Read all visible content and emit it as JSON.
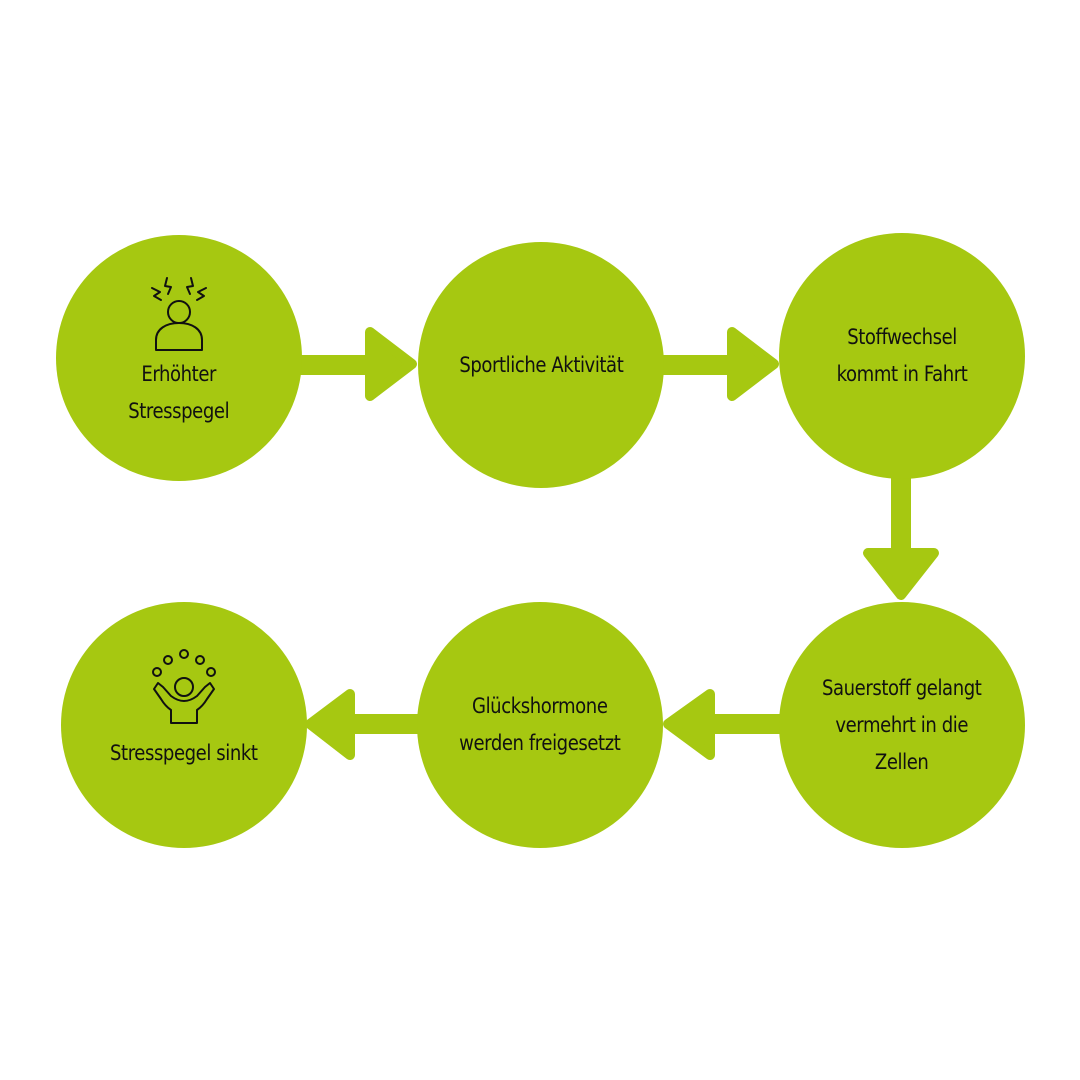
{
  "diagram": {
    "accent_color": "#a6c811",
    "steps": [
      {
        "label": "Erhöhter\nStresspegel",
        "icon": "stressed-person-icon"
      },
      {
        "label": "Sportliche Aktivität"
      },
      {
        "label": "Stoffwechsel\nkommt in Fahrt"
      },
      {
        "label": "Sauerstoff gelangt\nvermehrt in die\nZellen"
      },
      {
        "label": "Glückshormone\nwerden freigesetzt"
      },
      {
        "label": "Stresspegel sinkt",
        "icon": "relaxed-person-icon"
      }
    ]
  }
}
